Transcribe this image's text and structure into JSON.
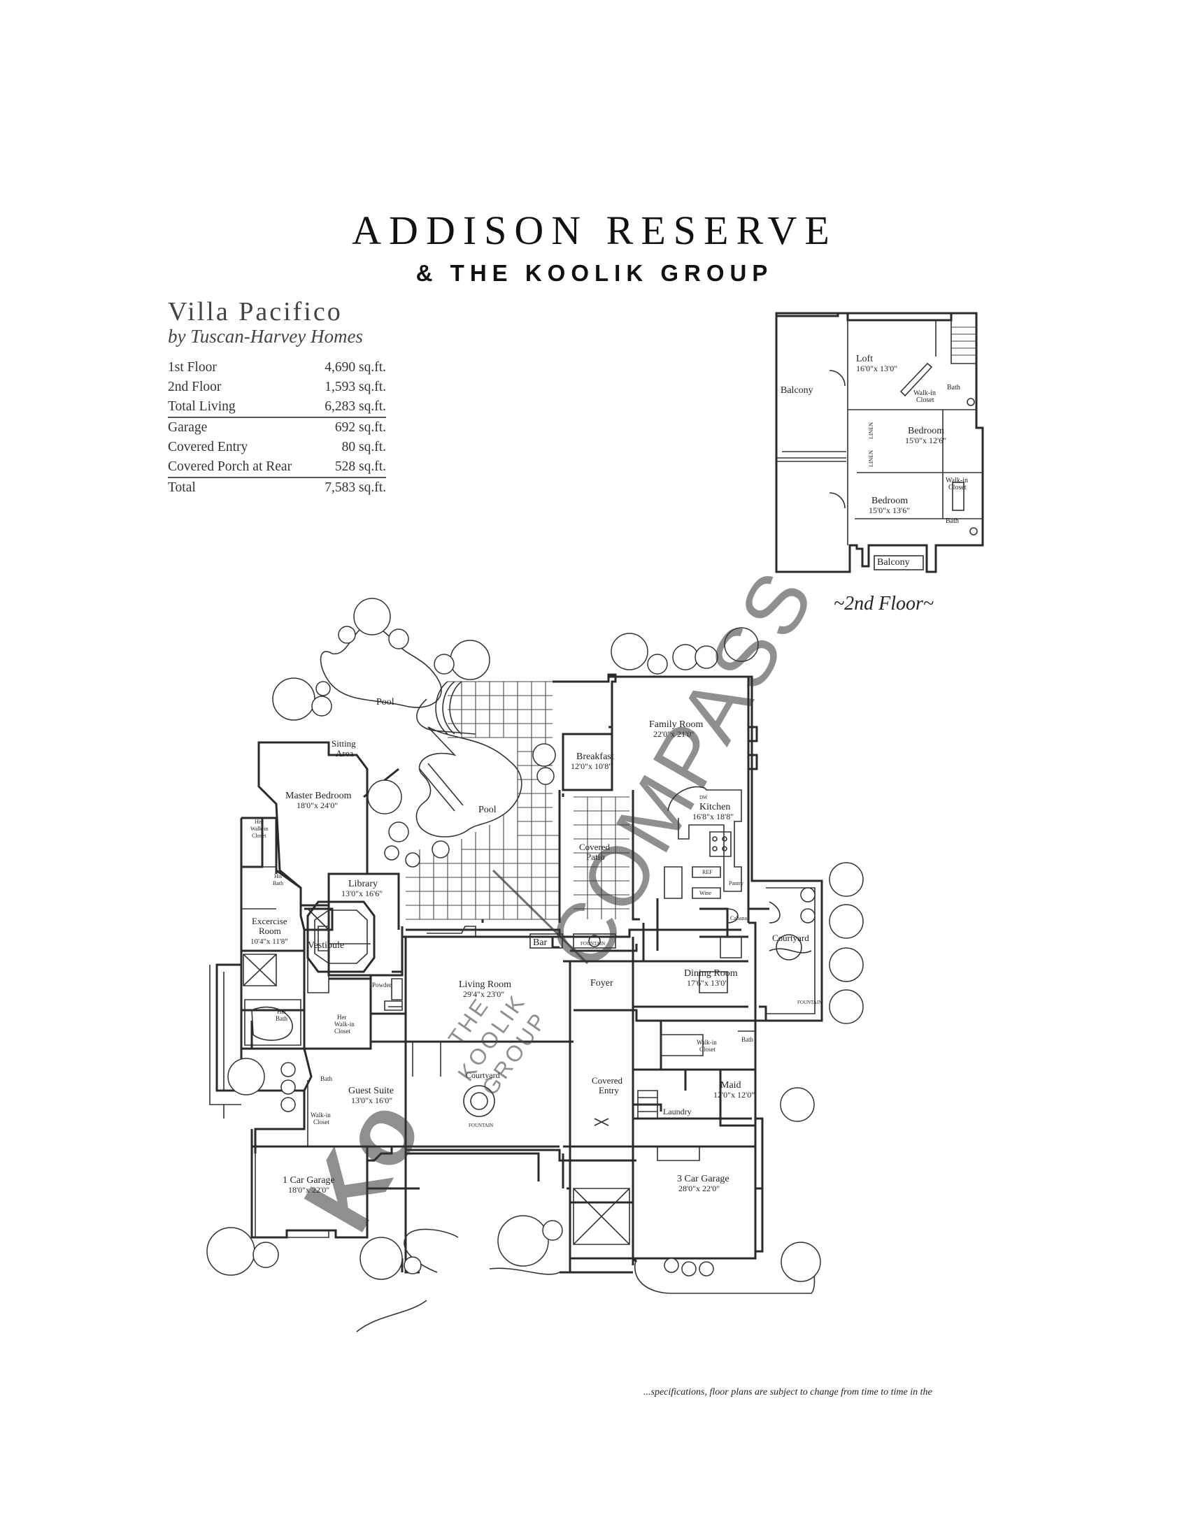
{
  "header": {
    "title": "ADDISON RESERVE",
    "subtitle": "& THE KOOLIK GROUP"
  },
  "villa": {
    "name": "Villa Pacifico",
    "builder": "by Tuscan-Harvey Homes"
  },
  "sqft_table": [
    {
      "label": "1st Floor",
      "value": "4,690 sq.ft."
    },
    {
      "label": "2nd Floor",
      "value": "1,593 sq.ft."
    },
    {
      "label": "Total Living",
      "value": "6,283 sq.ft."
    },
    {
      "label": "Garage",
      "value": "692 sq.ft."
    },
    {
      "label": "Covered Entry",
      "value": "80 sq.ft."
    },
    {
      "label": "Covered Porch at Rear",
      "value": "528 sq.ft."
    },
    {
      "label": "Total",
      "value": "7,583 sq.ft."
    }
  ],
  "second_floor": {
    "caption": "~2nd Floor~",
    "rooms": {
      "balcony_left": "Balcony",
      "loft": "Loft",
      "loft_dim": "16'0\"x 13'0\"",
      "walkin": "Walk-in",
      "closet": "Closet",
      "bath_1": "Bath",
      "bedroom_1": "Bedroom",
      "bedroom_1_dim": "15'0\"x 12'6\"",
      "linen_1": "LINEN",
      "linen_2": "LINEN",
      "walkin_2": "Walk-in",
      "closet_2": "Closet",
      "bedroom_2": "Bedroom",
      "bedroom_2_dim": "15'0\"x 13'6\"",
      "bath_2": "Bath",
      "balcony_bottom": "Balcony"
    }
  },
  "first_floor": {
    "pool_upper": "Pool",
    "pool_lower": "Pool",
    "sitting": "Sitting",
    "area": "Area",
    "master": "Master Bedroom",
    "master_dim": "18'0\"x 24'0\"",
    "his": "His",
    "his_walkin": "Walk-in",
    "his_closet": "Closet",
    "his_bath_1": "His",
    "his_bath_2": "Bath",
    "library": "Library",
    "library_dim": "13'0\"x 16'6\"",
    "exercise_1": "Excercise",
    "exercise_2": "Room",
    "exercise_dim": "10'4\"x 11'8\"",
    "vestibule": "Vestibule",
    "her_bath_1": "Her",
    "her_bath_2": "Bath",
    "her_closet_1": "Her",
    "her_closet_2": "Walk-in",
    "her_closet_3": "Closet",
    "powder": "Powder",
    "breakfast": "Breakfast",
    "breakfast_dim": "12'0\"x 10'8\"",
    "family": "Family Room",
    "family_dim": "22'0\"x 21'0\"",
    "kitchen": "Kitchen",
    "kitchen_dim": "16'8\"x 18'8\"",
    "dw": "DW",
    "ref": "REF",
    "pantry": "Pantry",
    "wine": "Wine",
    "cabana": "Cabana",
    "covered_patio_1": "Covered",
    "covered_patio_2": "Patio",
    "bar": "Bar",
    "fountain_1": "FOUNTAIN",
    "living": "Living Room",
    "living_dim": "29'4\"x 23'0\"",
    "foyer": "Foyer",
    "dining": "Dining Room",
    "dining_dim": "17'6\"x 13'0\"",
    "courtyard_right": "Courtyard",
    "fountain_2": "FOUNTAIN",
    "courtyard_center": "Courtyard",
    "fountain_3": "FOUNTAIN",
    "maid_walkin": "Walk-in",
    "maid_closet": "Closet",
    "maid_bath": "Bath",
    "maid": "Maid",
    "maid_dim": "12'0\"x 12'0\"",
    "laundry": "Laundry",
    "covered_entry_1": "Covered",
    "covered_entry_2": "Entry",
    "guest": "Guest Suite",
    "guest_dim": "13'0\"x 16'0\"",
    "guest_bath": "Bath",
    "guest_walkin": "Walk-in",
    "guest_closet": "Closet",
    "garage_1": "1 Car Garage",
    "garage_1_dim": "18'0\"x 22'0\"",
    "garage_3": "3 Car Garage",
    "garage_3_dim": "28'0\"x 22'0\""
  },
  "watermarks": {
    "compass": "COMPASS",
    "koolik_lines": [
      "THE",
      "KOOLIK",
      "GROUP"
    ],
    "ko": "Ko"
  },
  "footer_note": "...specifications, floor plans are subject to change from time to time in the"
}
